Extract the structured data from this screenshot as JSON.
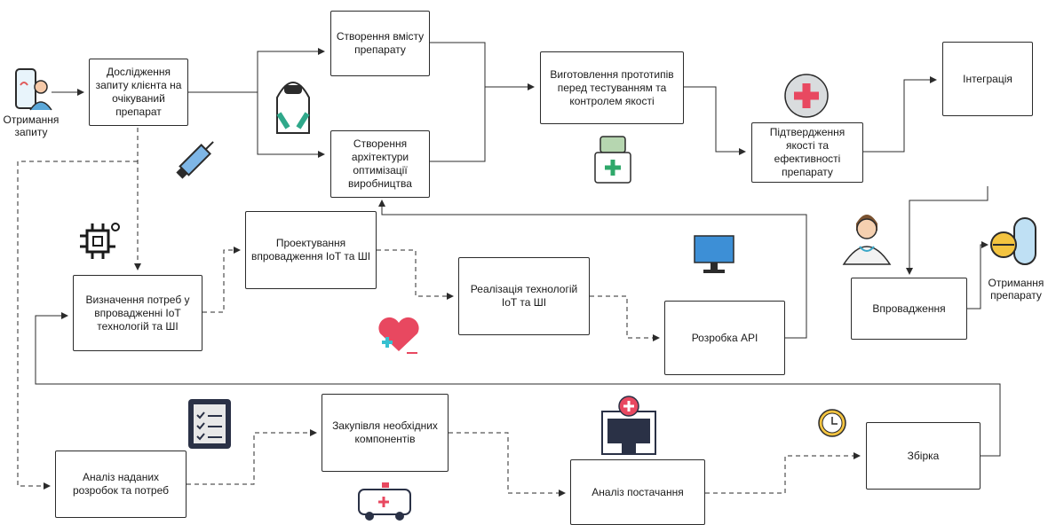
{
  "start_label": "Отримання\nзапиту",
  "end_label": "Отримання\nпрепарату",
  "nodes": {
    "research": "Дослідження запиту клієнта на очікуваний препарат",
    "content": "Створення вмісту препарату",
    "architecture": "Створення архітектури оптимізації виробництва",
    "prototypes": "Виготовлення прототипів перед тестуванням та контролем якості",
    "confirmation": "Підтвердження якості та ефективності препарату",
    "integration": "Інтеграція",
    "implementation": "Впровадження",
    "needs": "Визначення потреб у впровадженні IoT технологій та ШІ",
    "design": "Проектування впровадження IoT та ШІ",
    "realization": "Реалізація технологій IoT та ШІ",
    "api": "Розробка API",
    "analysis": "Аналіз наданих розробок та потреб",
    "procurement": "Закупівля необхідних компонентів",
    "supply": "Аналіз постачання",
    "assembly": "Збірка"
  },
  "icons": {
    "phone": "doctor-phone-icon",
    "hazmat": "hazmat-suit-icon",
    "syringe": "syringe-icon",
    "chip": "chip-icon",
    "heart": "heart-icon",
    "pills_box": "pill-box-icon",
    "medical_cross": "medical-cross-icon",
    "monitor": "monitor-icon",
    "doctor": "doctor-icon",
    "capsule": "capsule-icon",
    "clipboard": "clipboard-icon",
    "hospital": "hospital-icon",
    "ambulance": "ambulance-icon",
    "clock": "clock-icon"
  }
}
